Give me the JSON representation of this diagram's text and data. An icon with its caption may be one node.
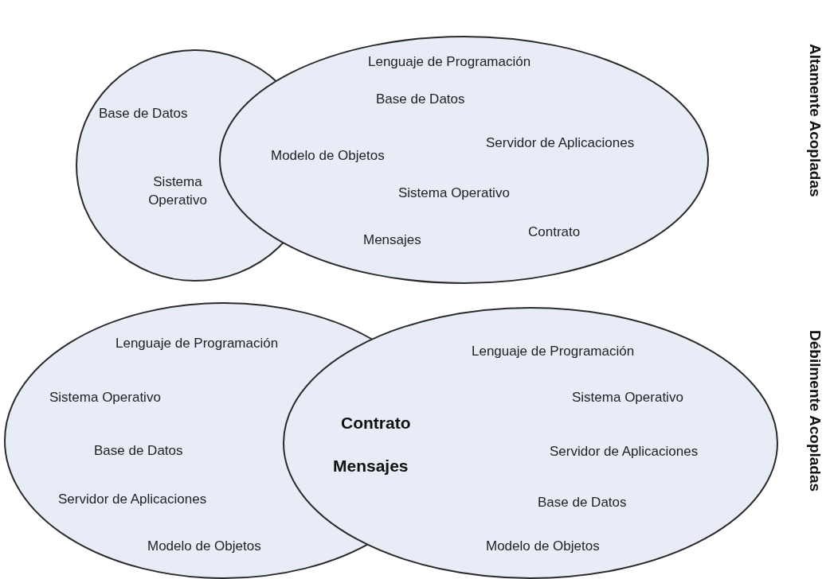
{
  "diagram": {
    "nodes": [
      {
        "text": [
          "Base de Datos",
          "Sistema Operativo"
        ]
      },
      {
        "text": [
          "Lenguaje de Programación",
          "Base de Datos",
          "Servidor de Aplicaciones",
          "Modelo de Objetos",
          "Sistema Operativo",
          "Contrato",
          "Mensajes"
        ]
      },
      {
        "text": [
          "Lenguaje de Programación",
          "Sistema Operativo",
          "Base de Datos",
          "Servidor de Aplicaciones",
          "Modelo de Objetos"
        ]
      },
      {
        "text": [
          "Lenguaje de Programación",
          "Sistema Operativo",
          "Servidor de Aplicaciones",
          "Base de Datos",
          "Modelo de Objetos"
        ]
      }
    ],
    "edges": [],
    "labels": [
      "Contrato",
      "Mensajes",
      "Altamente Acopladas",
      "Débilmente Acopladas"
    ]
  }
}
